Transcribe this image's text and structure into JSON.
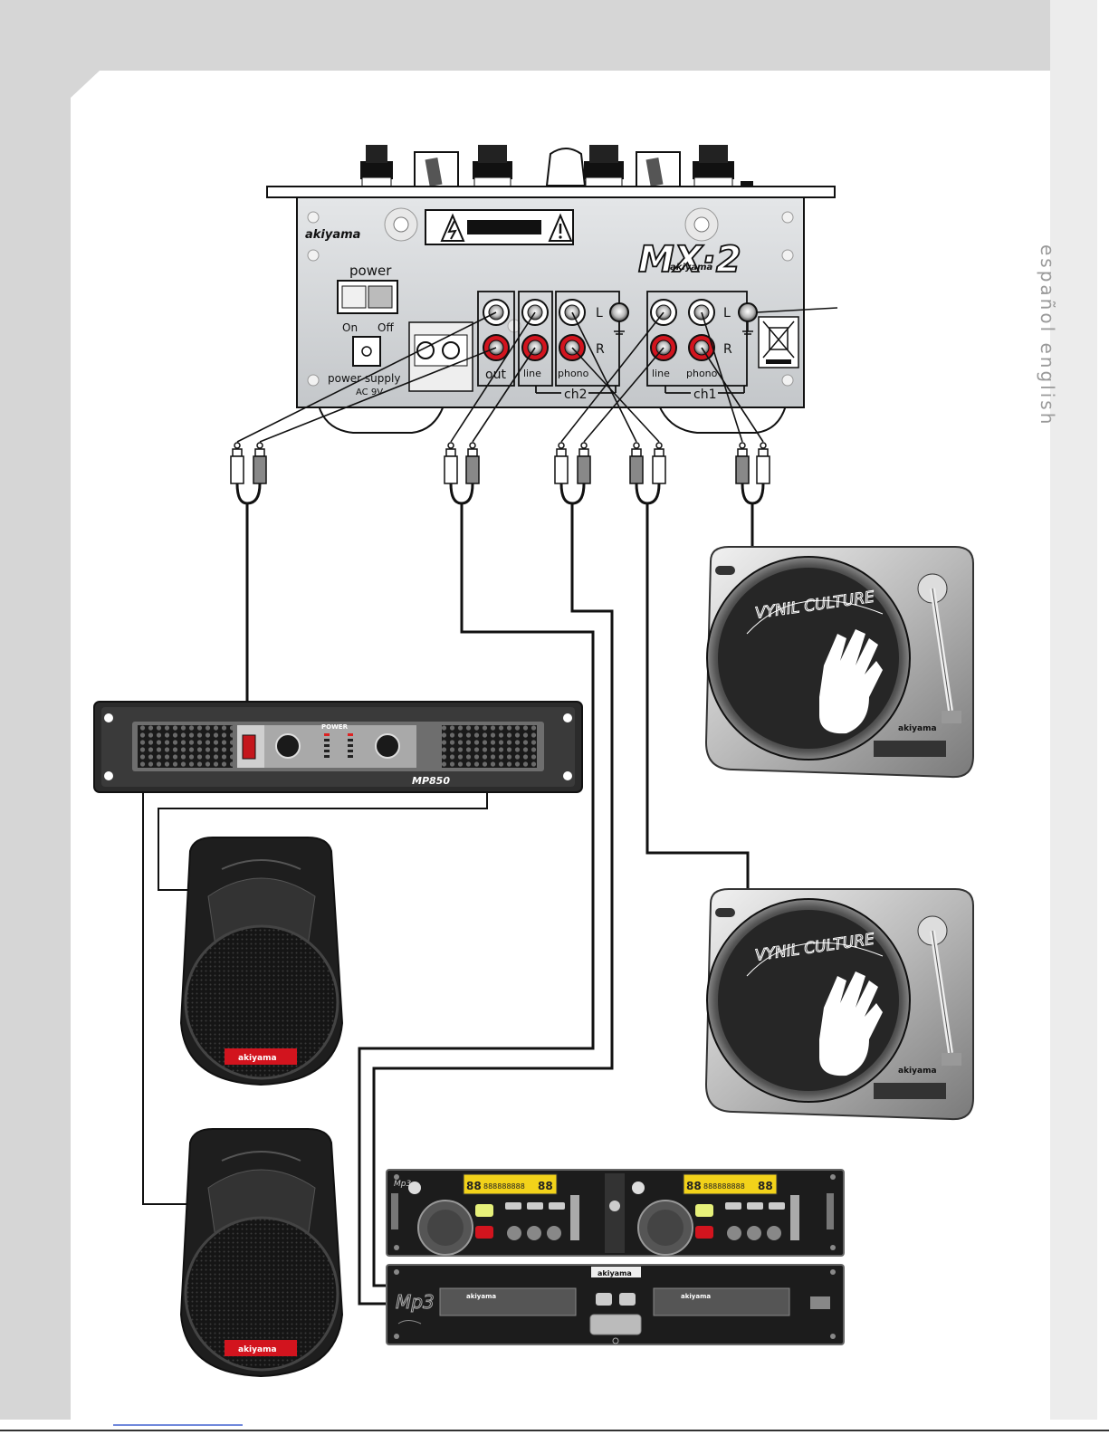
{
  "mixer": {
    "brand": "akiyama",
    "model_mark": "MX·2",
    "power_label": "power",
    "on_label": "On",
    "off_label": "Off",
    "power_supply_label": "power supply",
    "ac_label": "AC 9V",
    "out_label": "out",
    "line_label": "line",
    "phono_label": "phono",
    "ch1_label": "ch1",
    "ch2_label": "ch2",
    "left_label": "L",
    "right_label": "R"
  },
  "amplifier": {
    "brand_mark": "POWER",
    "model": "MP850"
  },
  "speakers": {
    "brand": "akiyama"
  },
  "turntables": {
    "logo_text": "VYNIL CULTURE",
    "brand": "akiyama"
  },
  "cd_controller": {
    "badge": "Mp3",
    "display_digits": "88",
    "display_text": "888888888"
  },
  "cd_deck": {
    "badge": "Mp3",
    "brand": "akiyama"
  },
  "side_tab": {
    "text": "español english"
  },
  "colors": {
    "frame_gray": "#d6d6d6",
    "panel_steel": "#cfd2d6",
    "rca_red": "#d2141e",
    "cable": "#111111",
    "display_yellow": "#f2d21a"
  }
}
